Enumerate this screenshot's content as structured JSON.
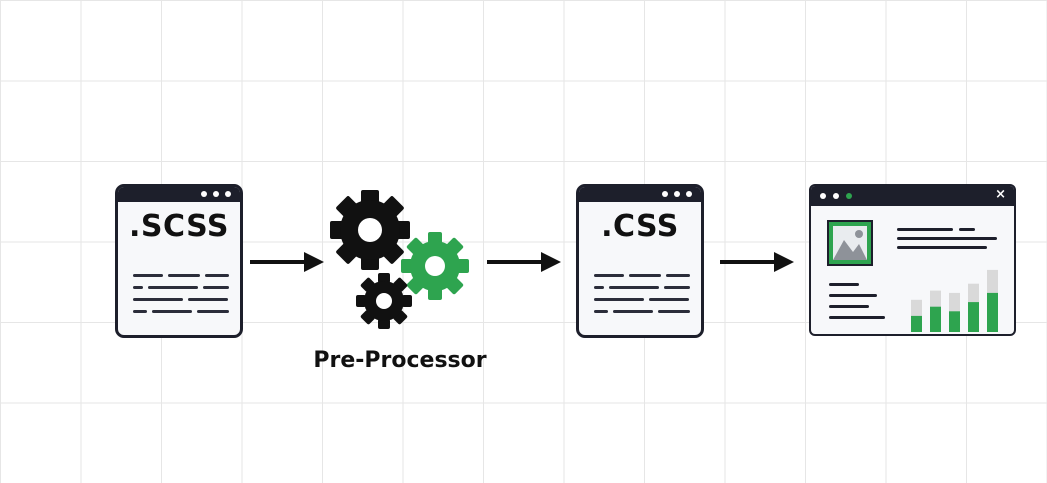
{
  "diagram": {
    "source_file": {
      "extension": ".SCSS"
    },
    "processor": {
      "label": "Pre-Processor"
    },
    "output_file": {
      "extension": ".CSS"
    },
    "browser": {
      "close_glyph": "×"
    }
  },
  "colors": {
    "dark": "#1d1f2b",
    "green": "#2ea44f",
    "gray": "#d9d9d9",
    "grid": "#e6e6e6"
  },
  "icons": {
    "gear_large": "gear-icon",
    "gear_green": "gear-icon",
    "gear_small": "gear-icon",
    "arrows": "arrow-right-icon",
    "image": "image-icon"
  },
  "bar_chart": {
    "values": [
      0.35,
      0.55,
      0.45,
      0.65,
      0.85
    ],
    "totals": [
      0.7,
      0.9,
      0.85,
      1.05,
      1.35
    ]
  }
}
